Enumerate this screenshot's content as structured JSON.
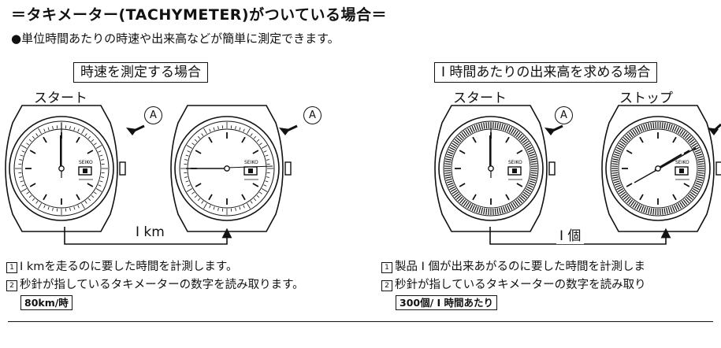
{
  "header": {
    "title": "＝タキメーター(TACHYMETER)がついている場合＝",
    "bullet": "●単位時間あたりの時速や出来高などが簡単に測定できます。"
  },
  "left_section": {
    "heading": "時速を測定する場合",
    "start_label": "スタート",
    "marker": "A",
    "distance_label": "I km",
    "step1": "I kmを走るのに要した時間を計測します。",
    "step2": "秒針が指しているタキメーターの数字を読み取ります。",
    "result": "80km/時"
  },
  "right_section": {
    "heading": "I 時間あたりの出来高を求める場合",
    "start_label": "スタート",
    "stop_label": "ストップ",
    "marker": "A",
    "count_label": "I 個",
    "step1": "製品 I 個が出来あがるのに要した時間を計測しま",
    "step2": "秒針が指しているタキメーターの数字を読み取り",
    "result": "300個/ I 時間あたり"
  },
  "step_numbers": [
    "1",
    "2"
  ],
  "watch_logo": "SEIKO"
}
